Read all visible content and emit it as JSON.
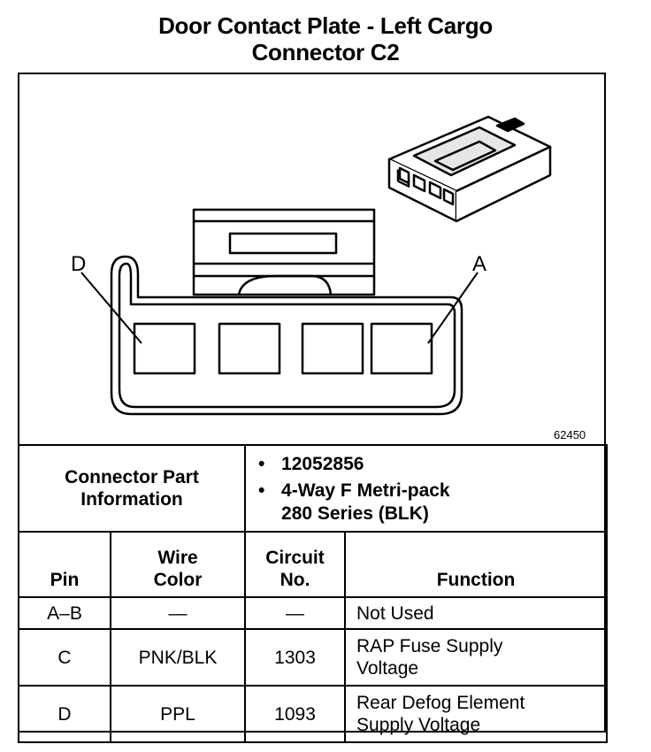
{
  "title": {
    "line1": "Door Contact Plate - Left Cargo",
    "line2": "Connector C2"
  },
  "figure": {
    "label_left": "D",
    "label_right": "A",
    "figure_number": "62450"
  },
  "connector_info": {
    "label": "Connector Part Information",
    "bullet": "•",
    "part_number": "12052856",
    "description_line1": "4-Way F Metri-pack",
    "description_line2": "280 Series (BLK)"
  },
  "table": {
    "headers": {
      "pin": "Pin",
      "wire_color_line1": "Wire",
      "wire_color_line2": "Color",
      "circuit_line1": "Circuit",
      "circuit_line2": "No.",
      "function": "Function"
    },
    "rows": [
      {
        "pin": "A–B",
        "wire_color": "—",
        "circuit": "—",
        "function_line1": "Not Used",
        "function_line2": ""
      },
      {
        "pin": "C",
        "wire_color": "PNK/BLK",
        "circuit": "1303",
        "function_line1": "RAP Fuse Supply",
        "function_line2": "Voltage"
      },
      {
        "pin": "D",
        "wire_color": "PPL",
        "circuit": "1093",
        "function_line1": "Rear Defog Element",
        "function_line2": "Supply Voltage"
      }
    ]
  }
}
